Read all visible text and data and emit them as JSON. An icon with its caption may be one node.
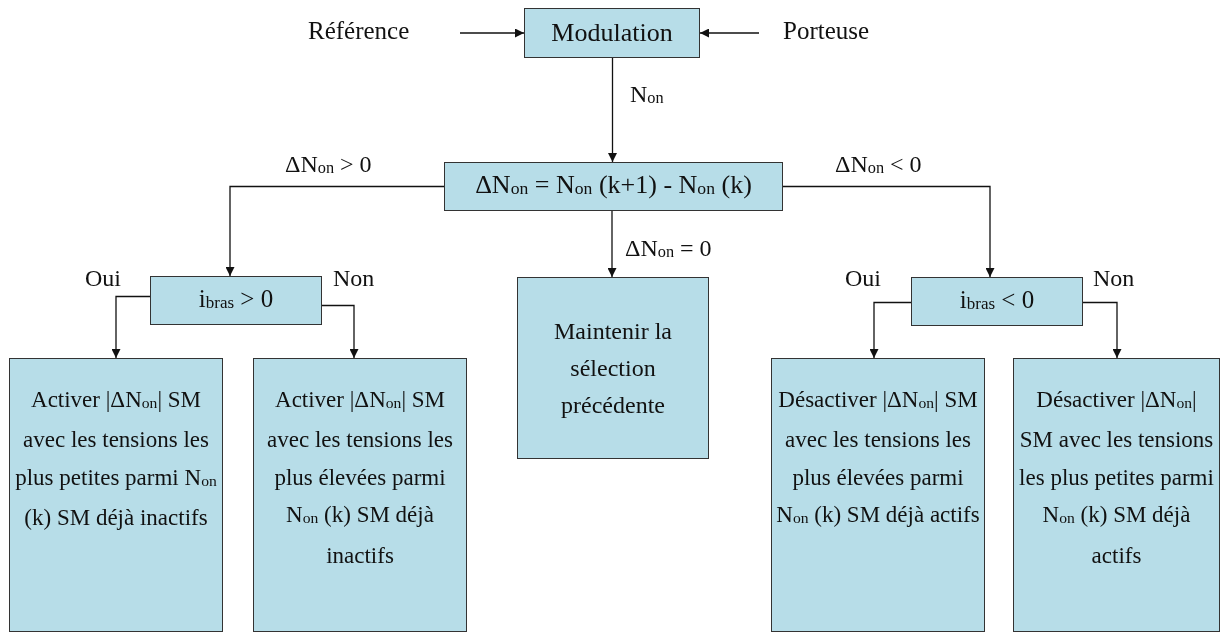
{
  "diagram": {
    "nodes": [
      {
        "text": [
          "Référence"
        ]
      },
      {
        "text": [
          "Modulation"
        ]
      },
      {
        "text": [
          "Porteuse"
        ]
      },
      {
        "text": [
          "ΔN$_{on}$ = N$_{on}$ (k+1) - N$_{on}$ (k)"
        ]
      },
      {
        "text": [
          "i$_{bras}$ > 0"
        ]
      },
      {
        "text": [
          "Maintenir la sélection précédente"
        ]
      },
      {
        "text": [
          "i$_{bras}$ < 0"
        ]
      },
      {
        "text": [
          "Activer |ΔN$_{on}$| SM avec les tensions les plus petites parmi N$_{on}$ (k) SM déjà inactifs"
        ]
      },
      {
        "text": [
          "Activer |ΔN$_{on}$| SM avec les tensions les plus élevées parmi N$_{on}$ (k) SM déjà inactifs"
        ]
      },
      {
        "text": [
          "Désactiver |ΔN$_{on}$| SM avec les tensions les plus élevées parmi N$_{on}$ (k) SM déjà actifs"
        ]
      },
      {
        "text": [
          "Désactiver |ΔN$_{on}$| SM avec les tensions les plus petites parmi N$_{on}$ (k) SM déjà actifs"
        ]
      }
    ],
    "edges": [
      {
        "from": 0,
        "to": 1,
        "arrow": "to"
      },
      {
        "from": 2,
        "to": 1,
        "arrow": "to"
      },
      {
        "from": 1,
        "to": 3,
        "arrow": "to",
        "label": "N$_{on}$"
      },
      {
        "from": 3,
        "to": 4,
        "arrow": "to",
        "label": "ΔN$_{on}$ > 0"
      },
      {
        "from": 3,
        "to": 5,
        "arrow": "to",
        "label": "ΔN$_{on}$ = 0"
      },
      {
        "from": 3,
        "to": 6,
        "arrow": "to",
        "label": "ΔN$_{on}$ < 0"
      },
      {
        "from": 4,
        "to": 7,
        "arrow": "to",
        "label": "Oui"
      },
      {
        "from": 4,
        "to": 8,
        "arrow": "to",
        "label": "Non"
      },
      {
        "from": 6,
        "to": 9,
        "arrow": "to",
        "label": "Oui"
      },
      {
        "from": 6,
        "to": 10,
        "arrow": "to",
        "label": "Non"
      }
    ]
  }
}
